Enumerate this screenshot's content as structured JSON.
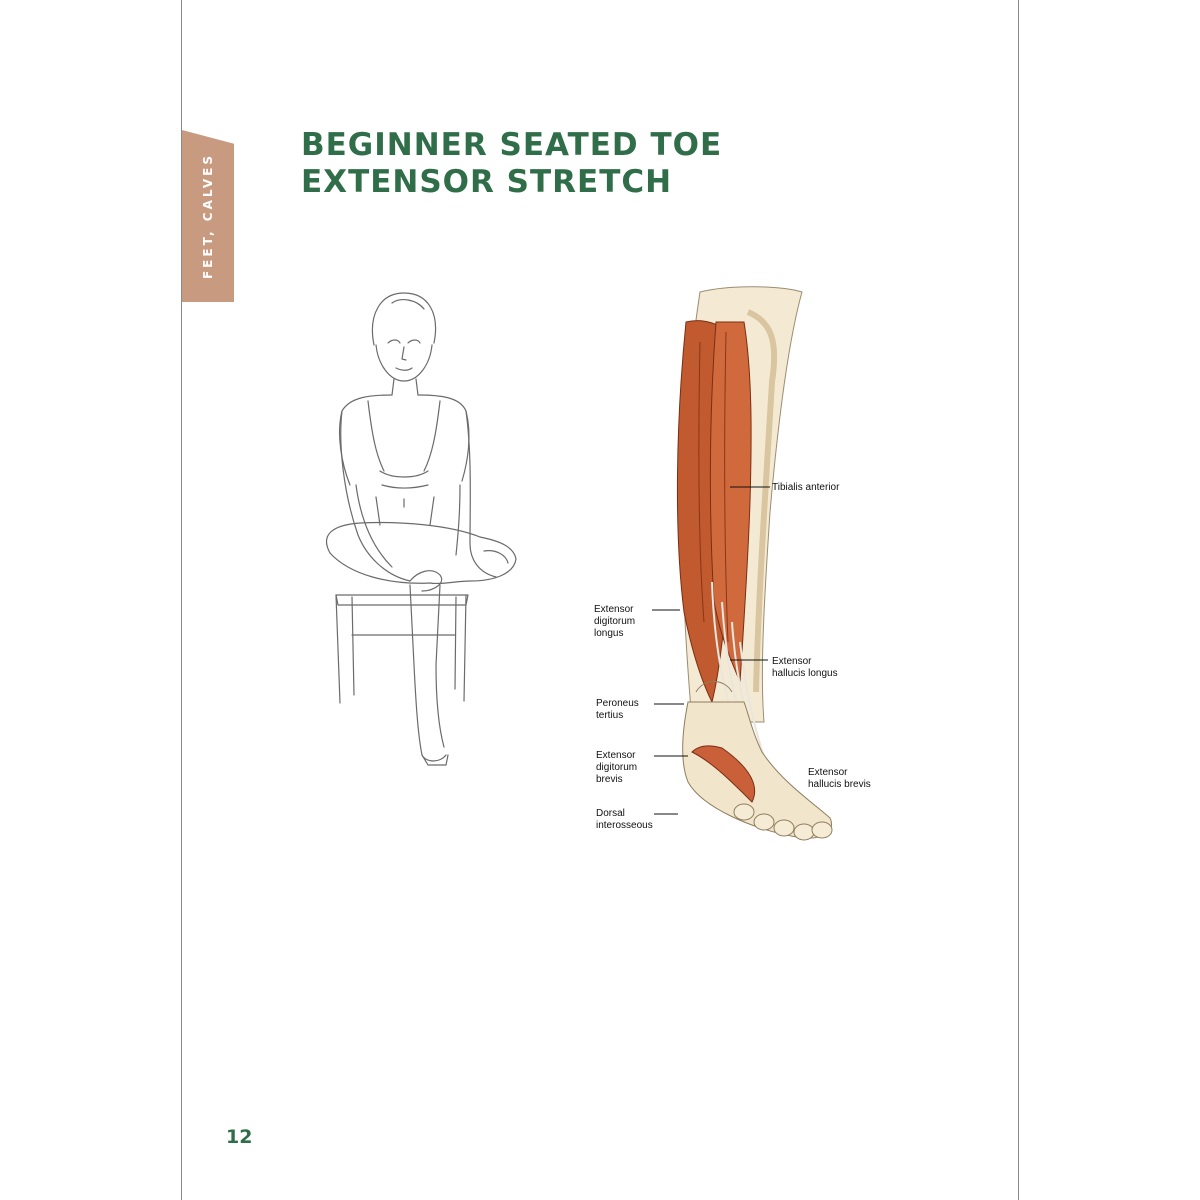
{
  "section_tab": "FEET, CALVES",
  "title": {
    "line1": "BEGINNER SEATED TOE",
    "line2": "EXTENSOR STRETCH"
  },
  "page_number": "12",
  "anatomy_labels": {
    "tibialis_anterior": "Tibialis anterior",
    "ext_dig_longus": [
      "Extensor",
      "digitorum",
      "longus"
    ],
    "ext_hal_longus": [
      "Extensor",
      "hallucis longus"
    ],
    "peroneus": [
      "Peroneus",
      "tertius"
    ],
    "ext_dig_brevis": [
      "Extensor",
      "digitorum",
      "brevis"
    ],
    "ext_hal_brevis": [
      "Extensor",
      "hallucis brevis"
    ],
    "dorsal": [
      "Dorsal",
      "interosseous"
    ]
  },
  "colors": {
    "title": "#2f6e49",
    "tab": "#c89b80",
    "muscle": "#c0552e",
    "bone": "#f1e5cc"
  }
}
